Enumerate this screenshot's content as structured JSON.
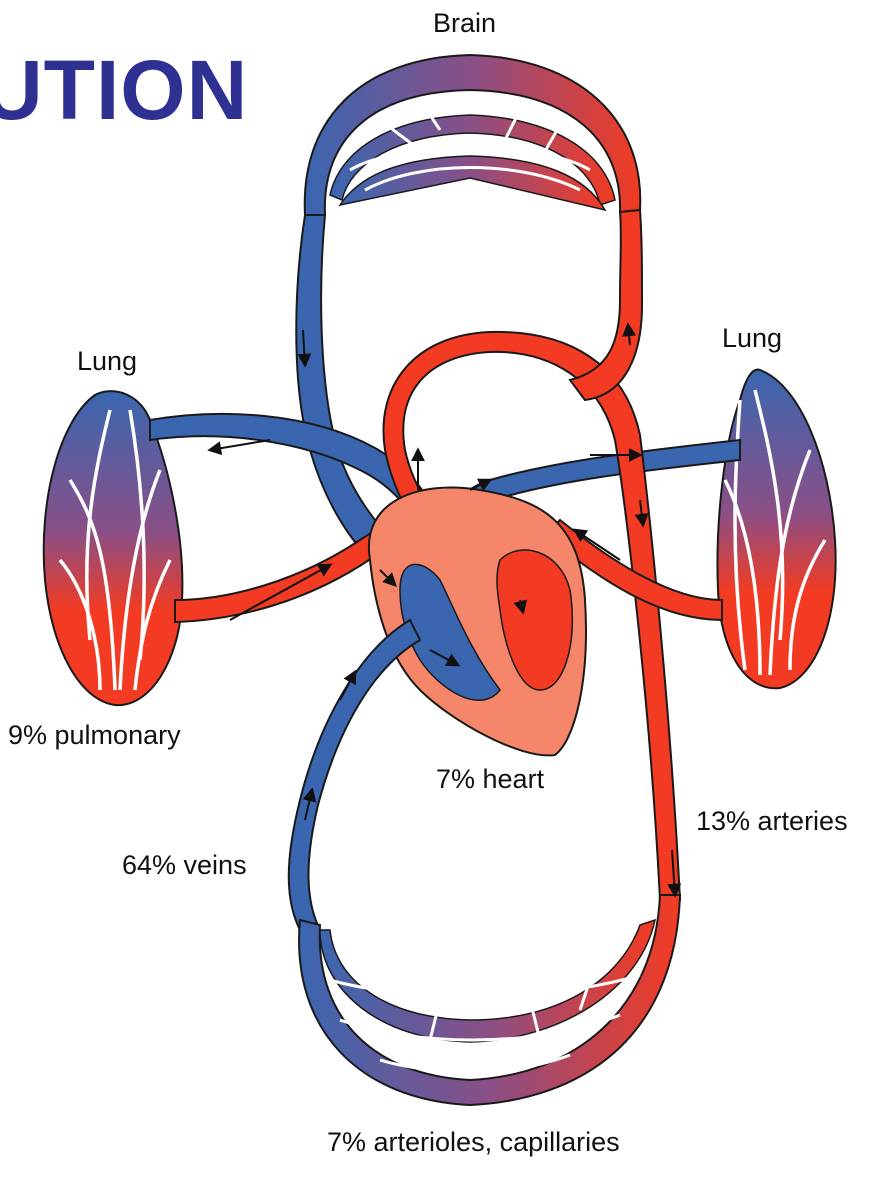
{
  "title": "UTION",
  "labels": {
    "brain": "Brain",
    "lung_left": "Lung",
    "lung_right": "Lung",
    "pulmonary": "9% pulmonary",
    "heart": "7% heart",
    "arteries": "13% arteries",
    "veins": "64% veins",
    "arterioles_capillaries": "7% arterioles, capillaries"
  },
  "colors": {
    "title": "#2e3192",
    "vein_blue": "#3a66b0",
    "artery_red": "#f23b22",
    "heart_tissue": "#f5866a",
    "outline": "#1a1a1a"
  }
}
